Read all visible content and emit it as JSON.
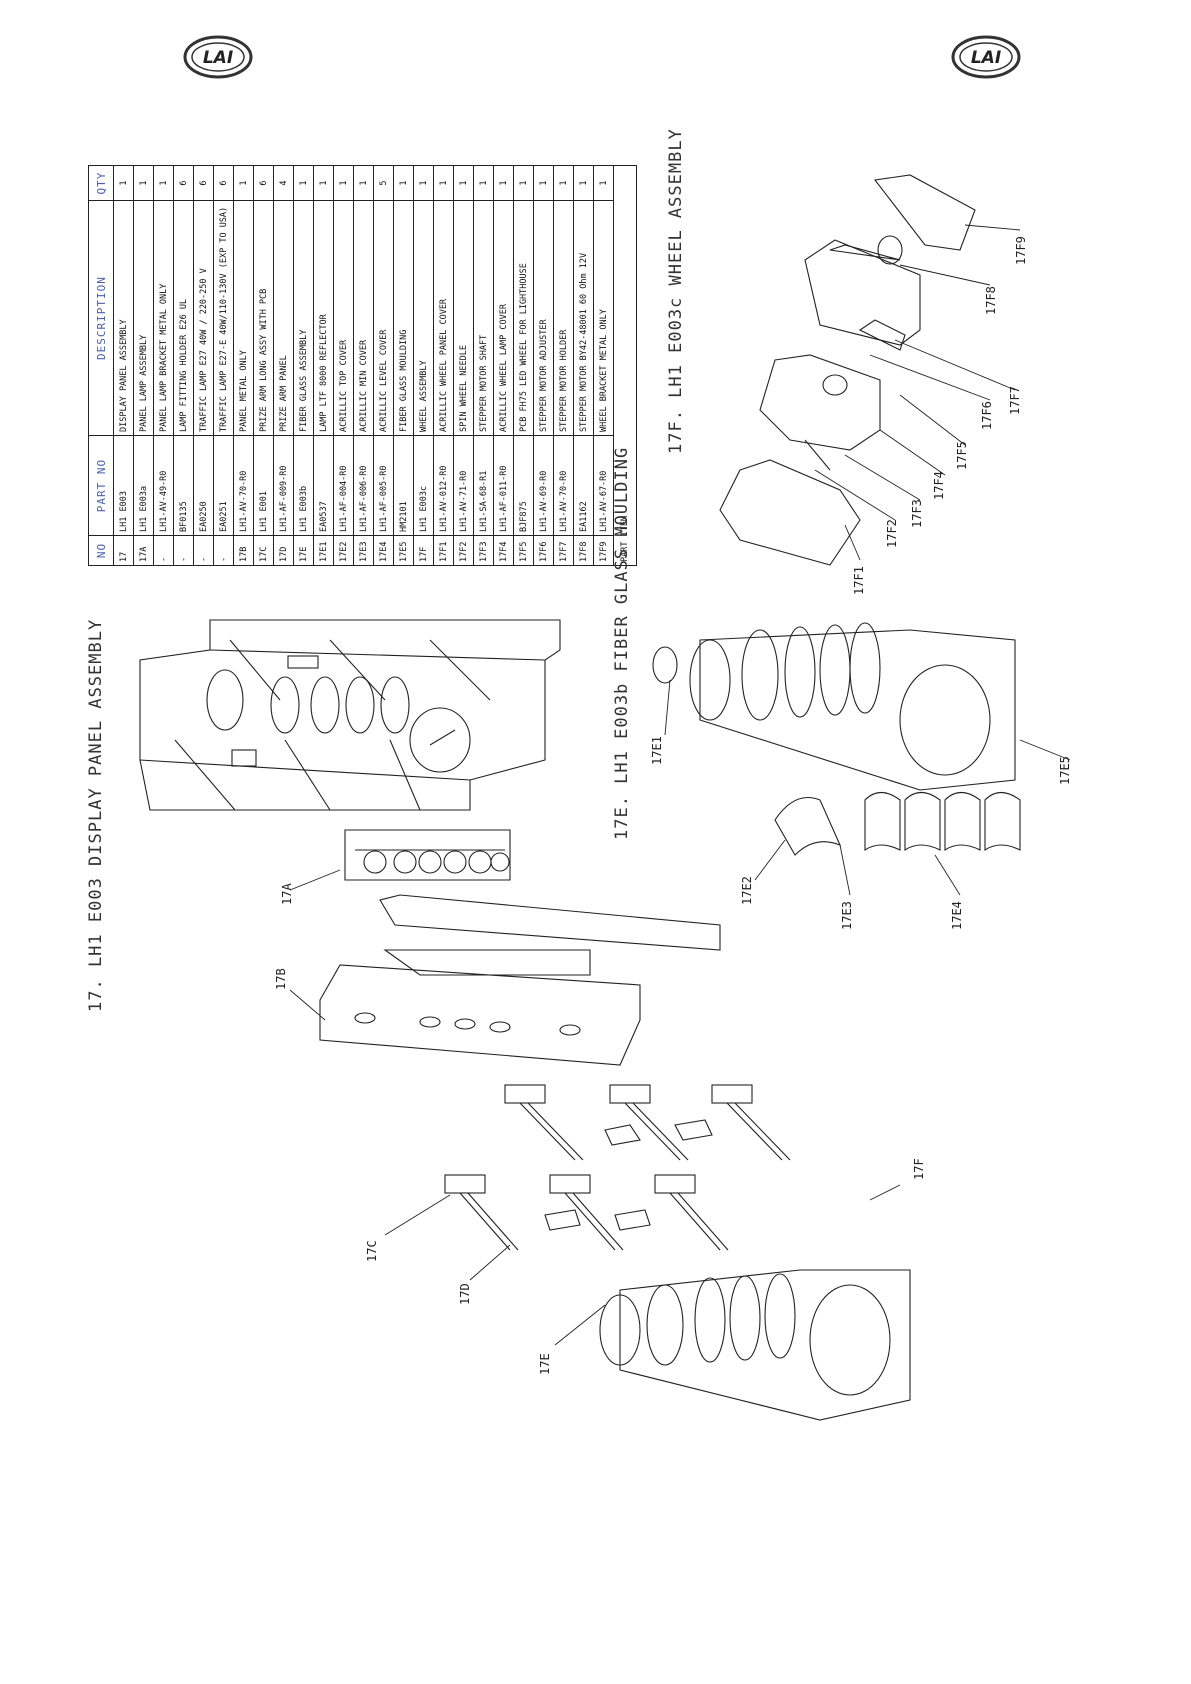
{
  "logos": {
    "left_text": "LAI",
    "right_text": "LAI"
  },
  "table": {
    "headers": {
      "no": "NO",
      "part_no": "PART NO",
      "description": "DESCRIPTION",
      "qty": "QTY"
    },
    "group_label": "PART ITEM",
    "rows": [
      {
        "no": "17",
        "part": "LH1 E003",
        "desc": "DISPLAY PANEL ASSEMBLY",
        "qty": "1"
      },
      {
        "no": "17A",
        "part": "LH1 E003a",
        "desc": "PANEL LAMP ASSEMBLY",
        "qty": "1"
      },
      {
        "no": "-",
        "part": "LH1-AV-49-R0",
        "desc": "PANEL LAMP BRACKET METAL ONLY",
        "qty": "1"
      },
      {
        "no": "-",
        "part": "BF0135",
        "desc": "LAMP FITTING HOLDER E26 UL",
        "qty": "6"
      },
      {
        "no": "-",
        "part": "EA0250",
        "desc": "TRAFFIC LAMP E27 40W / 220-250 V",
        "qty": "6"
      },
      {
        "no": "-",
        "part": "EA0251",
        "desc": "TRAFFIC LAMP E27-E 40W/110-130V (EXP TO USA)",
        "qty": "6"
      },
      {
        "no": "17B",
        "part": "LH1-AV-70-R0",
        "desc": "PANEL METAL ONLY",
        "qty": "1"
      },
      {
        "no": "17C",
        "part": "LH1 E001",
        "desc": "PRIZE ARM LONG ASSY WITH PCB",
        "qty": "6"
      },
      {
        "no": "17D",
        "part": "LH1-AF-009-R0",
        "desc": "PRIZE ARM PANEL",
        "qty": "4"
      },
      {
        "no": "17E",
        "part": "LH1 E003b",
        "desc": "FIBER GLASS ASSEMBLY",
        "qty": "1"
      },
      {
        "no": "17E1",
        "part": "EA0537",
        "desc": "LAMP LTF 8000 REFLECTOR",
        "qty": "1"
      },
      {
        "no": "17E2",
        "part": "LH1-AF-004-R0",
        "desc": "ACRILLIC TOP COVER",
        "qty": "1"
      },
      {
        "no": "17E3",
        "part": "LH1-AF-006-R0",
        "desc": "ACRILLIC MIN COVER",
        "qty": "1"
      },
      {
        "no": "17E4",
        "part": "LH1-AF-005-R0",
        "desc": "ACRILLIC LEVEL COVER",
        "qty": "5"
      },
      {
        "no": "17E5",
        "part": "HM2101",
        "desc": "FIBER GLASS MOULDING",
        "qty": "1"
      },
      {
        "no": "17F",
        "part": "LH1 E003c",
        "desc": "WHEEL ASSEMBLY",
        "qty": "1"
      },
      {
        "no": "17F1",
        "part": "LH1-AV-012-R0",
        "desc": "ACRILLIC WHEEL PANEL COVER",
        "qty": "1"
      },
      {
        "no": "17F2",
        "part": "LH1-AV-71-R0",
        "desc": "SPIN WHEEL NEEDLE",
        "qty": "1"
      },
      {
        "no": "17F3",
        "part": "LH1-SA-68-R1",
        "desc": "STEPPER MOTOR SHAFT",
        "qty": "1"
      },
      {
        "no": "17F4",
        "part": "LH1-AF-011-R0",
        "desc": "ACRILLIC WHEEL LAMP COVER",
        "qty": "1"
      },
      {
        "no": "17F5",
        "part": "BJF875",
        "desc": "PCB FH75 LED WHEEL FOR LIGHTHOUSE",
        "qty": "1"
      },
      {
        "no": "17F6",
        "part": "LH1-AV-69-R0",
        "desc": "STEPPER MOTOR ADJUSTER",
        "qty": "1"
      },
      {
        "no": "17F7",
        "part": "LH1-AV-70-R0",
        "desc": "STEPPER MOTOR HOLDER",
        "qty": "1"
      },
      {
        "no": "17F8",
        "part": "EA1162",
        "desc": "STEPPER MOTOR BY42-48001 60 Ohm 12V",
        "qty": "1"
      },
      {
        "no": "17F9",
        "part": "LH1-AV-67-R0",
        "desc": "WHEEL BRACKET METAL ONLY",
        "qty": "1"
      }
    ]
  },
  "titles": {
    "main": "17. LH1 E003 DISPLAY PANEL ASSEMBLY",
    "fiber": "17E. LH1 E003b FIBER GLASS MOULDING",
    "wheel": "17F. LH1 E003c WHEEL ASSEMBLY"
  },
  "callouts": {
    "c17A": "17A",
    "c17B": "17B",
    "c17C": "17C",
    "c17D": "17D",
    "c17E": "17E",
    "c17F": "17F",
    "c17E1": "17E1",
    "c17E2": "17E2",
    "c17E3": "17E3",
    "c17E4": "17E4",
    "c17E5": "17E5",
    "c17F1": "17F1",
    "c17F2": "17F2",
    "c17F3": "17F3",
    "c17F4": "17F4",
    "c17F5": "17F5",
    "c17F6": "17F6",
    "c17F7": "17F7",
    "c17F8": "17F8",
    "c17F9": "17F9"
  }
}
